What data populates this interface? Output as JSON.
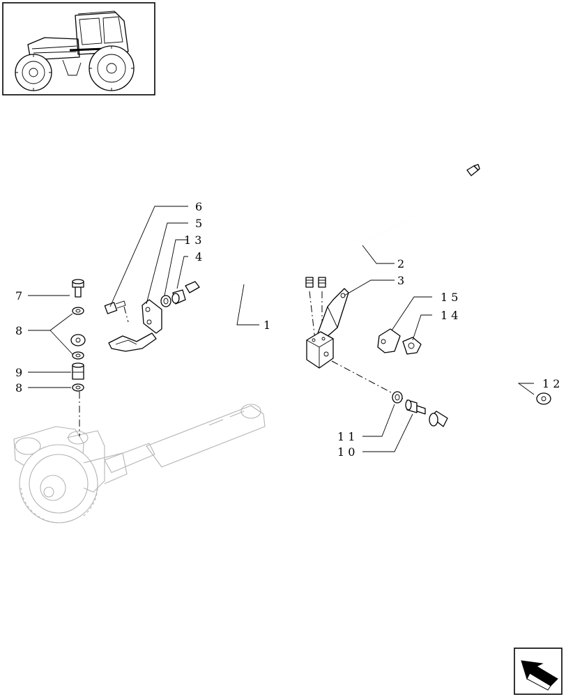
{
  "callouts": {
    "c1": "1",
    "c2": "2",
    "c3": "3",
    "c4": "4",
    "c5": "5",
    "c6": "6",
    "c7": "7",
    "c8a": "8",
    "c8b": "8",
    "c9": "9",
    "c10": "1 0",
    "c11": "1 1",
    "c12": "1 2",
    "c13": "1 3",
    "c14": "1 4",
    "c15": "1 5"
  },
  "icons": {
    "thumbnail": "tractor-thumbnail-icon",
    "navigation": "next-page-arrow-icon"
  },
  "colors": {
    "ink": "#000000",
    "ghost": "#b4b4b4"
  }
}
